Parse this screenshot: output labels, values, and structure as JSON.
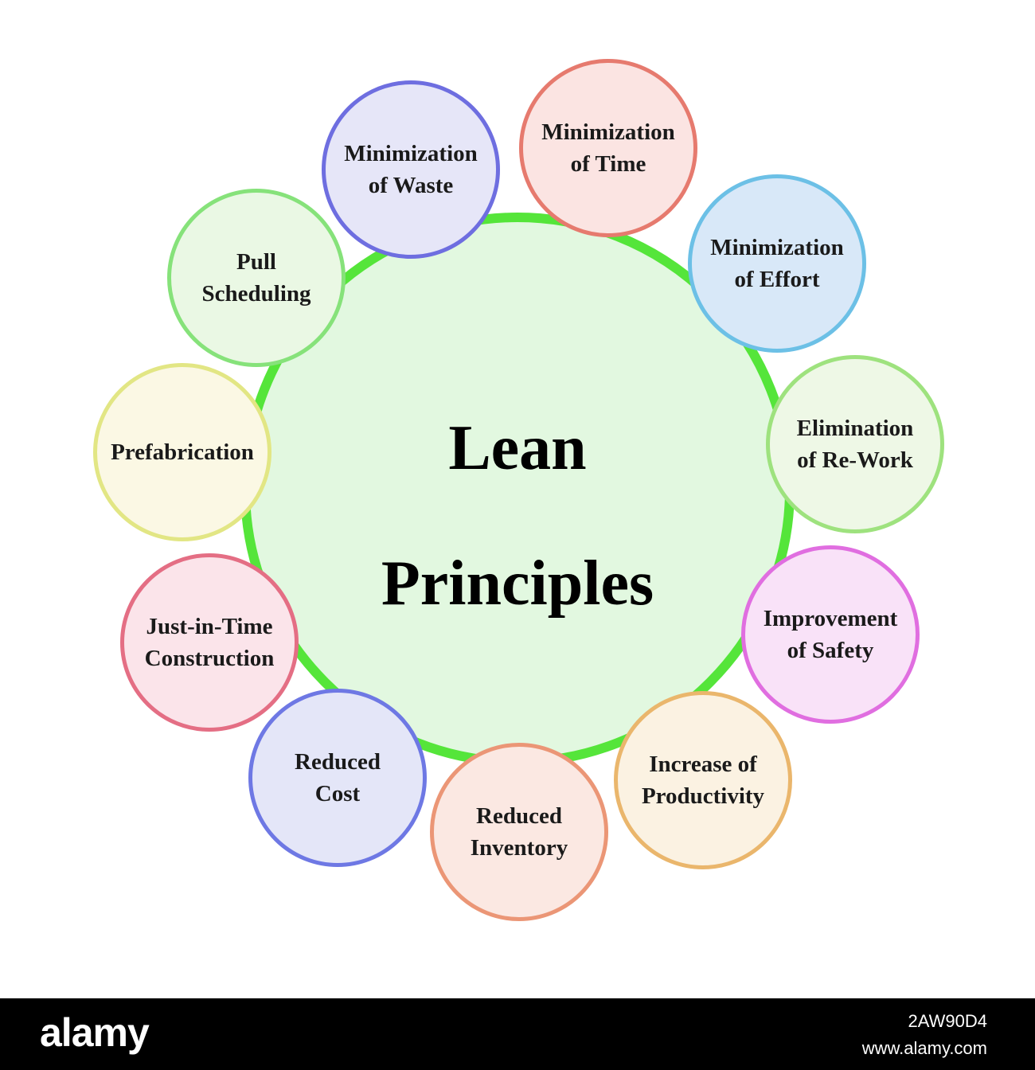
{
  "diagram": {
    "title_lines": [
      "Lean",
      "Principles"
    ],
    "hub": {
      "fill": "#e2f8e0",
      "stroke": "#55e53a"
    },
    "nodes": [
      {
        "label": "Minimization\nof Waste",
        "fill": "#e6e6f8",
        "stroke": "#6e6ee0"
      },
      {
        "label": "Minimization\nof Time",
        "fill": "#fbe4e2",
        "stroke": "#e67a6e"
      },
      {
        "label": "Minimization\nof Effort",
        "fill": "#d8e8f8",
        "stroke": "#6cc0e6"
      },
      {
        "label": "Elimination\nof Re-Work",
        "fill": "#eef8e6",
        "stroke": "#9ee27e"
      },
      {
        "label": "Improvement\nof Safety",
        "fill": "#f9e2f8",
        "stroke": "#e06ee0"
      },
      {
        "label": "Increase of\nProductivity",
        "fill": "#fbf2e2",
        "stroke": "#eab66c"
      },
      {
        "label": "Reduced\nInventory",
        "fill": "#fbe8e2",
        "stroke": "#eb9676"
      },
      {
        "label": "Reduced\nCost",
        "fill": "#e4e6f8",
        "stroke": "#6e78e4"
      },
      {
        "label": "Just-in-Time\nConstruction",
        "fill": "#fbe4ea",
        "stroke": "#e46e84"
      },
      {
        "label": "Prefabrication",
        "fill": "#fbf8e4",
        "stroke": "#e2e684"
      },
      {
        "label": "Pull\nScheduling",
        "fill": "#eaf8e4",
        "stroke": "#86e27a"
      }
    ]
  },
  "footer": {
    "brand": "alamy",
    "image_id": "2AW90D4",
    "site": "www.alamy.com"
  }
}
